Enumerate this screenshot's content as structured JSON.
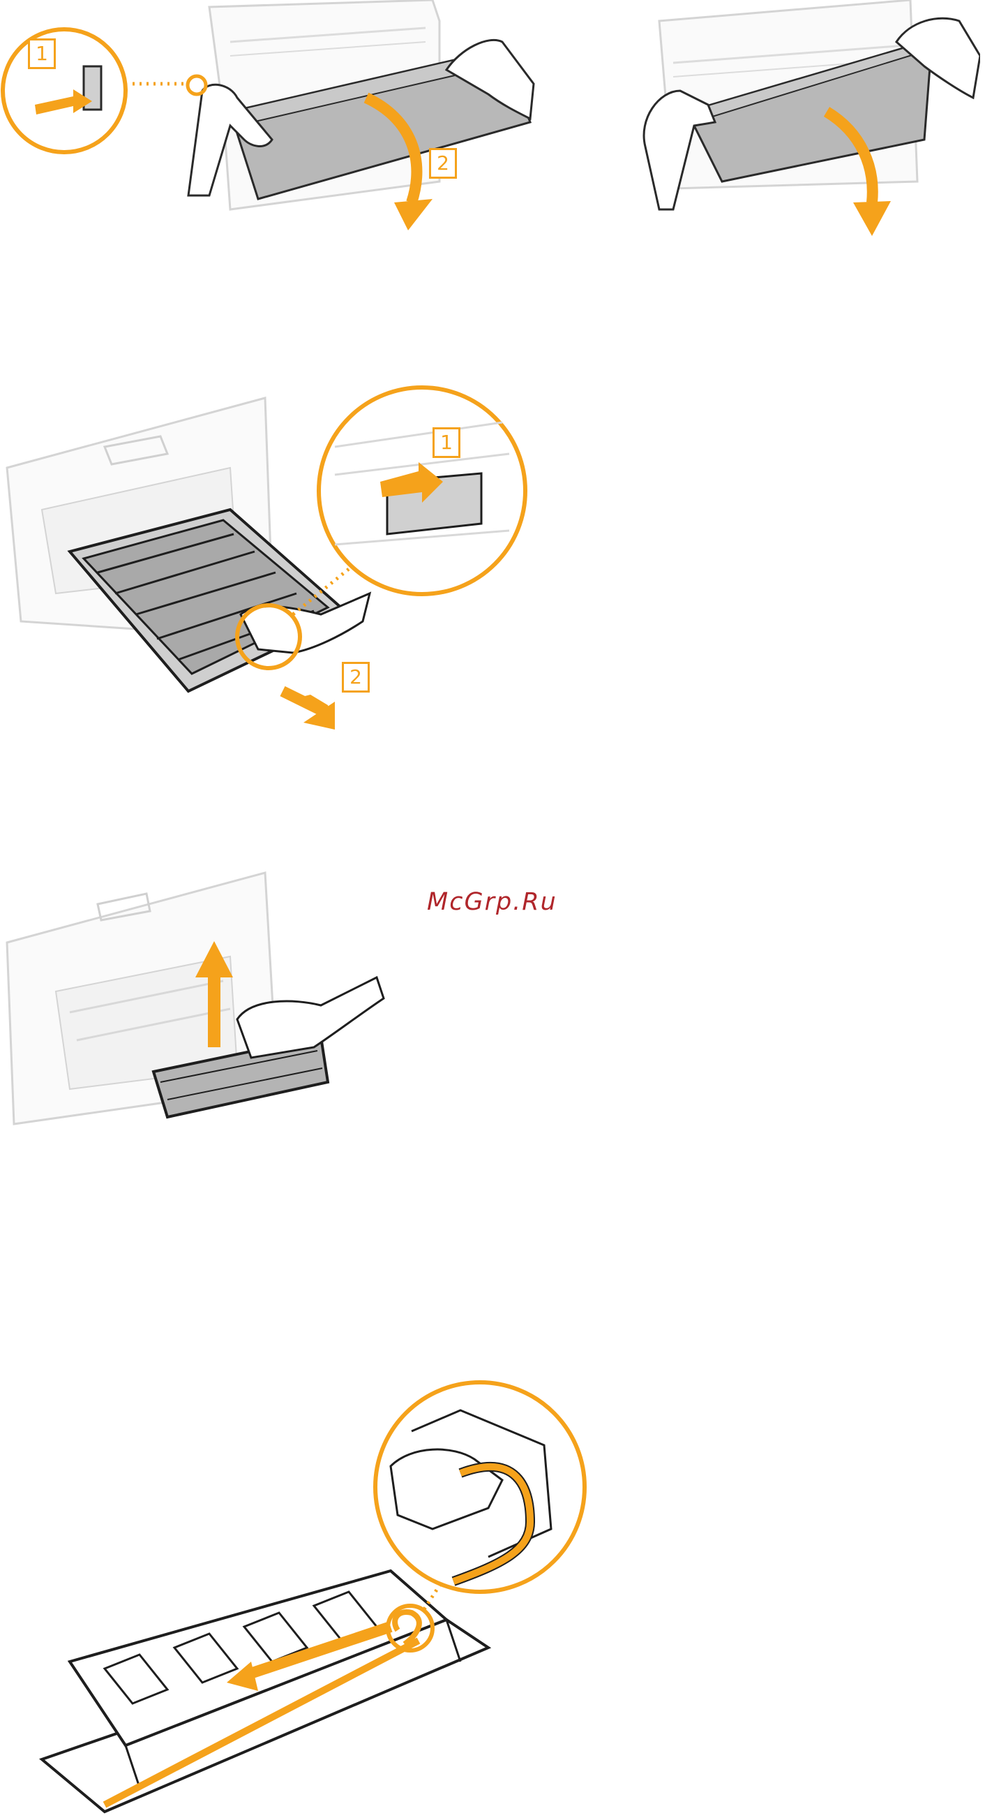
{
  "watermark": {
    "text": "McGrp.Ru"
  },
  "figures": [
    {
      "callouts": [
        "1",
        "2"
      ]
    },
    {
      "callouts": []
    },
    {
      "callouts": [
        "1",
        "2"
      ]
    },
    {
      "callouts": []
    },
    {
      "callouts": []
    }
  ],
  "colors": {
    "accent": "#f5a21b",
    "outline": "#1e1e1e",
    "panel": "#b4b4b4",
    "watermark": "#b0262b"
  }
}
